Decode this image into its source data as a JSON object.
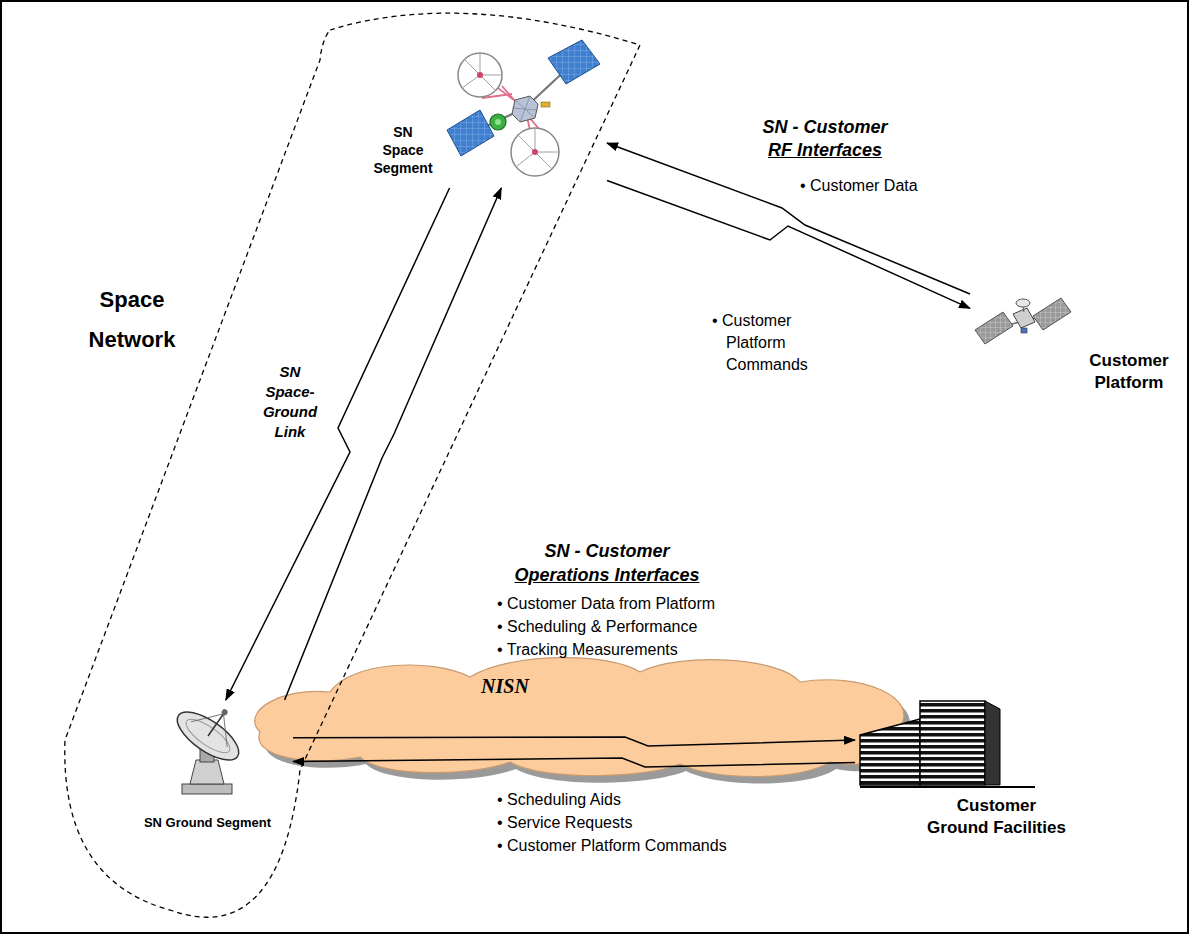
{
  "diagram": {
    "nodes": [
      {
        "text": [
          "Space Network"
        ]
      },
      {
        "text": [
          "SN Space Segment"
        ],
        "in": 0
      },
      {
        "text": [
          "SN Ground Segment"
        ],
        "in": 0
      },
      {
        "text": [
          "Customer Platform"
        ]
      },
      {
        "text": [
          "NISN"
        ]
      },
      {
        "text": [
          "Customer Ground Facilities"
        ]
      }
    ],
    "edges": [
      {
        "from": 3,
        "to": 1,
        "arrow": "to",
        "label": "• Customer Data"
      },
      {
        "from": 1,
        "to": 3,
        "arrow": "to",
        "label": "• Customer Platform Commands"
      },
      {
        "from": 2,
        "to": 1,
        "arrow": "to"
      },
      {
        "from": 1,
        "to": 2,
        "arrow": "to"
      },
      {
        "from": 2,
        "to": 5,
        "arrow": "to"
      },
      {
        "from": 5,
        "to": 2,
        "arrow": "to"
      }
    ],
    "labels": [
      "SN - Customer",
      "RF Interfaces",
      "SN Space-Ground Link",
      "SN - Customer",
      "Operations Interfaces",
      "• Customer Data from Platform",
      "• Scheduling & Performance",
      "• Tracking Measurements",
      "• Scheduling Aids",
      "• Service Requests",
      "• Customer Platform Commands"
    ]
  }
}
